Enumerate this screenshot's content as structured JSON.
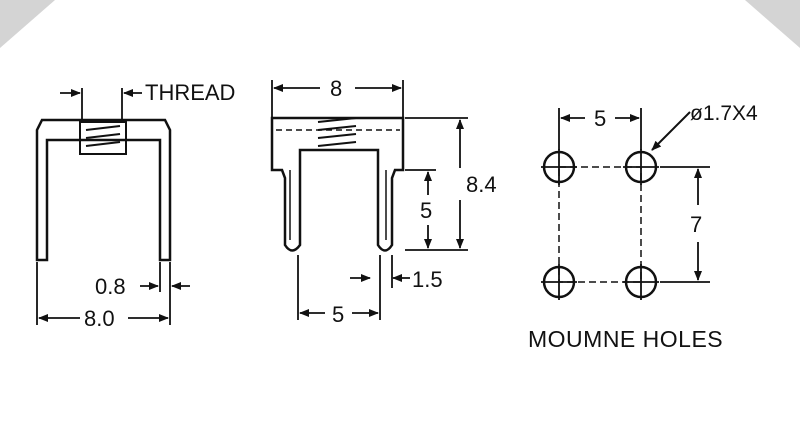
{
  "views": {
    "left": {
      "thread_label": "THREAD",
      "thickness_label": "0.8",
      "width_label": "8.0"
    },
    "middle": {
      "top_width_label": "8",
      "height_label": "8.4",
      "slot_depth_label": "5",
      "slot_width_label": "1.5",
      "pin_spacing_label": "5"
    },
    "right": {
      "hole_spec_label": "ø1.7X4",
      "horizontal_spacing_label": "5",
      "vertical_spacing_label": "7",
      "caption": "MOUMNE HOLES"
    }
  },
  "colors": {
    "line": "#111111",
    "background": "#ffffff",
    "corner": "#cfcfcf"
  }
}
